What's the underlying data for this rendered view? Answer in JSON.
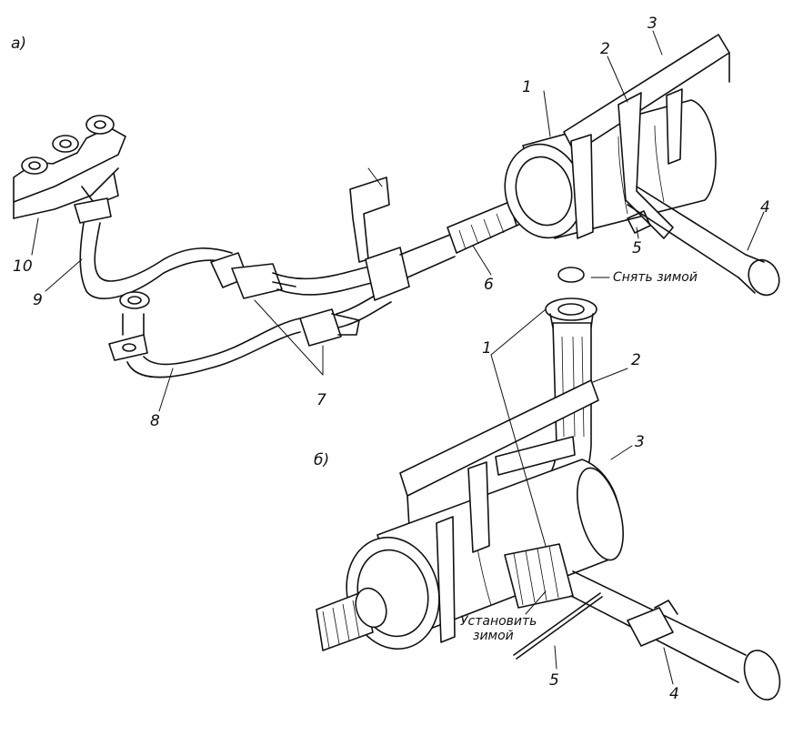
{
  "view_labels": {
    "a": "a)",
    "b": "б)"
  },
  "part_labels_a": [
    "1",
    "2",
    "3",
    "4",
    "5",
    "6",
    "7",
    "8",
    "9",
    "10"
  ],
  "part_labels_b": [
    "1",
    "2",
    "3",
    "4",
    "5"
  ],
  "notes": {
    "remove_winter": "Снять зимой",
    "install_winter_line1": "Установить",
    "install_winter_line2": "зимой"
  }
}
